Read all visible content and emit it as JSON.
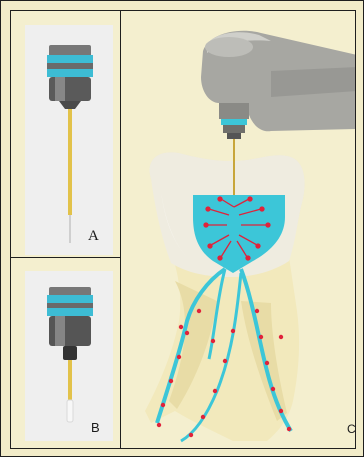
{
  "panels": {
    "a": {
      "label": "A"
    },
    "b": {
      "label": "B"
    },
    "c": {
      "label": "C"
    }
  },
  "colors": {
    "background": "#f2ecc9",
    "file_gold": "#e2c24a",
    "handpiece_silver": "#a8a8a4",
    "pulp_cyan": "#3cc6d8",
    "arrow_red": "#e0223a",
    "tooth_enamel": "#f3efe2",
    "root": "#f2e9bc"
  }
}
